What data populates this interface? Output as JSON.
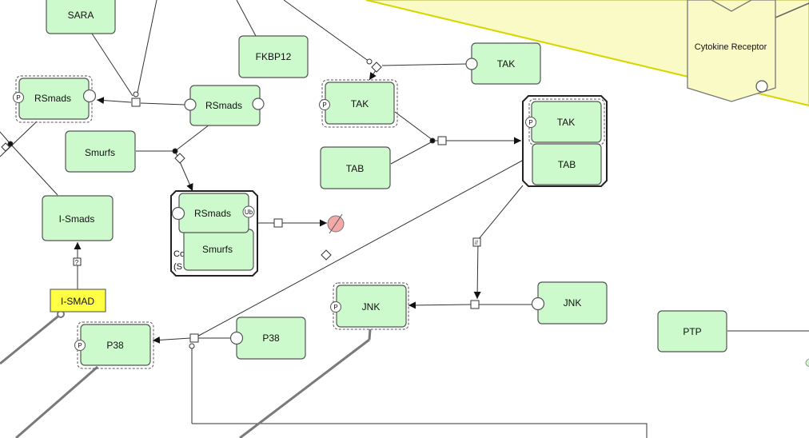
{
  "nodes": {
    "sara": "SARA",
    "fkbp12": "FKBP12",
    "tak_source": "TAK",
    "tak_phospho": "TAK",
    "tab": "TAB",
    "rsmads_phospho": "RSmads",
    "rsmads": "RSmads",
    "smurfs": "Smurfs",
    "i_smads": "I-Smads",
    "i_smad_gene": "I-SMAD",
    "p38_phospho": "P38",
    "p38": "P38",
    "jnk_phospho": "JNK",
    "jnk": "JNK",
    "ptp": "PTP",
    "cytokine_receptor": "Cytokine Receptor"
  },
  "complexes": {
    "tak_tab": {
      "tak": "TAK",
      "tab": "TAB"
    },
    "rsmads_smurfs": {
      "rsmads": "RSmads",
      "smurfs": "Smurfs",
      "label_line1": "Co",
      "label_line2": "(S"
    }
  },
  "state_variables": {
    "phospho": "P",
    "ubiquitin": "Ub"
  },
  "process_marks": {
    "unknown": "?",
    "omitted": "//"
  },
  "colors": {
    "macromolecule_fill": "#cdfacd",
    "node_stroke": "#555555",
    "gene_fill": "#ffff44",
    "membrane_fill": "#fafac6",
    "degradation_fill": "#f4a9a9",
    "edge": "#333333",
    "thick_edge": "#7a7a7a"
  }
}
